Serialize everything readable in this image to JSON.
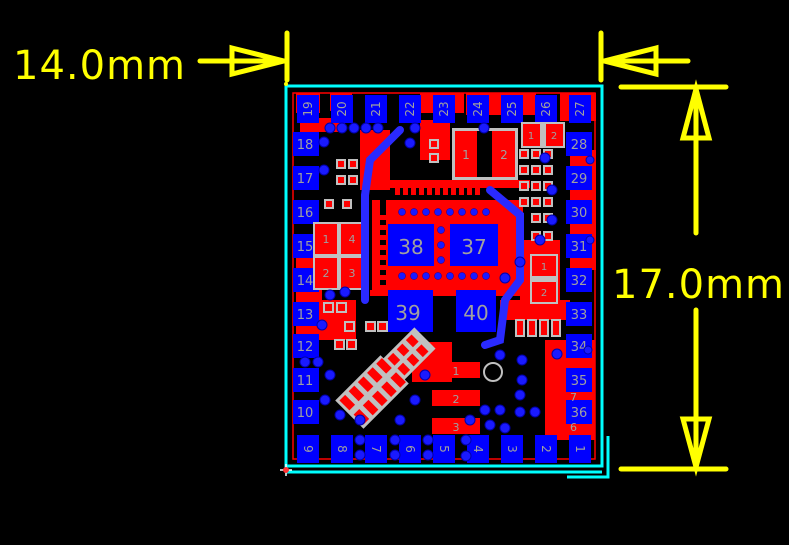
{
  "dimensions": {
    "width": {
      "label": "14.0mm",
      "color": "#ffff00"
    },
    "height": {
      "label": "17.0mm",
      "color": "#ffff00"
    }
  },
  "colors": {
    "background": "#000000",
    "top_copper": "#ff0000",
    "bottom_copper": "#0000ff",
    "board_outline": "#00ffff",
    "silkscreen": "#c0c0c0",
    "dimension": "#ffff00",
    "via": "#1a1aff"
  },
  "board": {
    "edge_pads": {
      "top": [
        "19",
        "20",
        "21",
        "22",
        "23",
        "24",
        "25",
        "26",
        "27"
      ],
      "right": [
        "28",
        "29",
        "30",
        "31",
        "32",
        "33",
        "34",
        "35",
        "36"
      ],
      "bottom": [
        "1",
        "2",
        "3",
        "4",
        "5",
        "6",
        "7",
        "8",
        "9"
      ],
      "left": [
        "18",
        "17",
        "16",
        "15",
        "14",
        "13",
        "12",
        "11",
        "10"
      ]
    },
    "center_pads": [
      "38",
      "37",
      "39",
      "40"
    ],
    "components": [
      {
        "ref": "diode-top",
        "pins": [
          "1",
          "2"
        ]
      },
      {
        "ref": "crystal-left",
        "pins": [
          "1",
          "4",
          "2",
          "3"
        ]
      },
      {
        "ref": "regulator-right",
        "pins": [
          "1",
          "2"
        ]
      },
      {
        "ref": "small-top-right",
        "pins": [
          "1",
          "2"
        ]
      },
      {
        "ref": "inductor-bottom",
        "pins": [
          "1",
          "2",
          "3"
        ]
      },
      {
        "ref": "small-right-bottom",
        "pins": [
          "7",
          "6"
        ]
      }
    ]
  }
}
